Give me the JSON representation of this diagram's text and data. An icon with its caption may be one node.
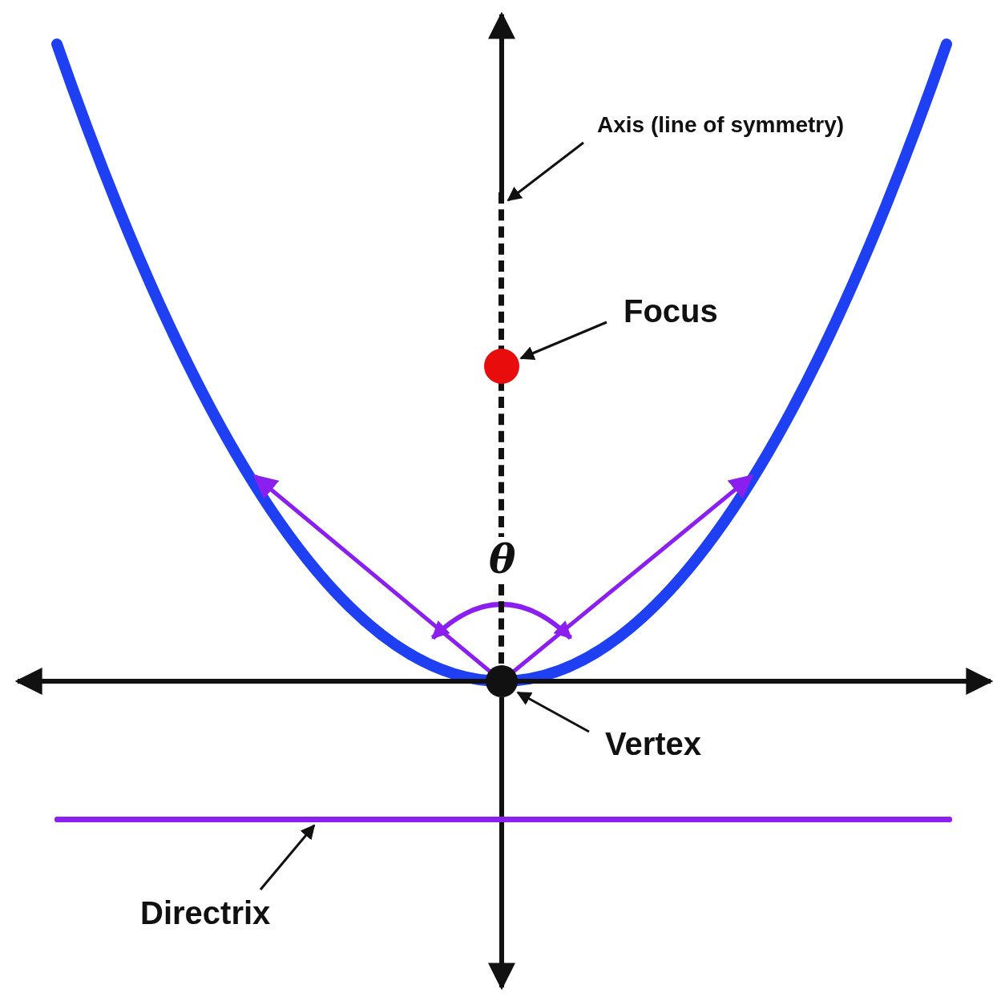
{
  "diagram": {
    "nodes": [
      {
        "text": [
          "Axis (line of symmetry)"
        ]
      },
      {
        "text": [],
        "shape": "line"
      },
      {
        "text": [
          "Focus"
        ]
      },
      {
        "text": [],
        "shape": "circle"
      },
      {
        "text": [
          "Vertex"
        ]
      },
      {
        "text": [],
        "shape": "circle"
      },
      {
        "text": [
          "Directrix"
        ]
      },
      {
        "text": [],
        "shape": "line"
      }
    ],
    "edges": [
      {
        "from": 0,
        "to": 1,
        "arrow": "to"
      },
      {
        "from": 2,
        "to": 3,
        "arrow": "to"
      },
      {
        "from": 4,
        "to": 5,
        "arrow": "to"
      },
      {
        "from": 6,
        "to": 7,
        "arrow": "to"
      }
    ],
    "labels": [
      "θ"
    ]
  }
}
